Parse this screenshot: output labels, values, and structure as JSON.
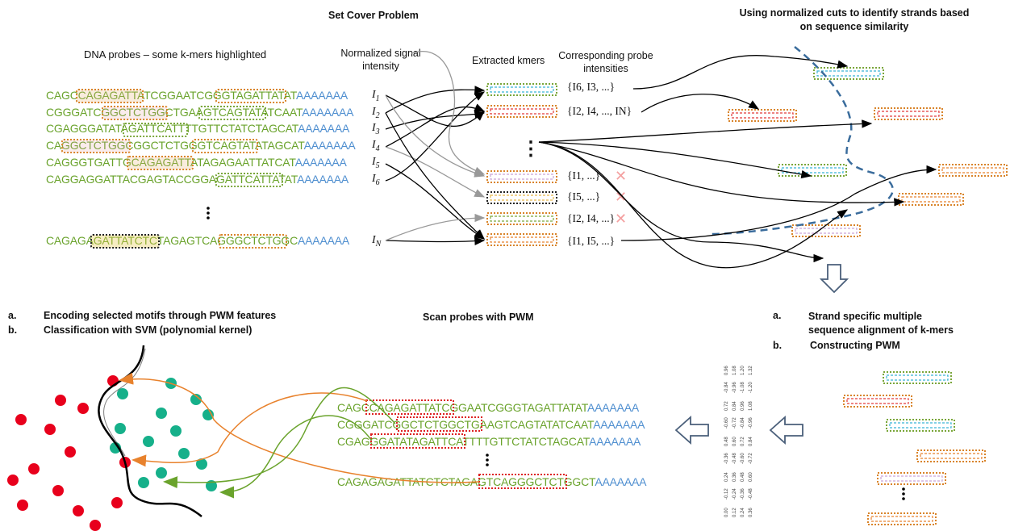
{
  "titles": {
    "set_cover": "Set Cover Problem",
    "normalized_cuts": "Using normalized cuts to identify strands based on sequence similarity",
    "dna_probes": "DNA probes – some k-mers highlighted",
    "signal_intensity": "Normalized signal intensity",
    "extracted_kmers": "Extracted kmers",
    "probe_intensities": "Corresponding probe intensities",
    "scan_probes": "Scan probes with PWM"
  },
  "probes": [
    {
      "green": "CAGCCAGAGATTATCGGAATCGGGTAGATTATAT",
      "blue": "AAAAAAA",
      "intensity": "I",
      "sub": "1"
    },
    {
      "green": "CGGGATCGGCTCTGGCTGAAGTCAGTATATCAAT",
      "blue": "AAAAAAA",
      "intensity": "I",
      "sub": "2"
    },
    {
      "green": "CGAGGGATATAGATTCATTTTGTTCTATCTAGCAT",
      "blue": "AAAAAAA",
      "intensity": "I",
      "sub": "3"
    },
    {
      "green": "CAGGCTCTGGCGGCTCTGGGTCAGTATATAGCAT",
      "blue": "AAAAAAA",
      "intensity": "I",
      "sub": "4"
    },
    {
      "green": "CAGGGTGATTGCAGAGATTATAGAGAATTATCAT",
      "blue": "AAAAAAA",
      "intensity": "I",
      "sub": "5"
    },
    {
      "green": "CAGGAGGATTACGAGTACCGGAGATTCATTATAT",
      "blue": "AAAAAAA",
      "intensity": "I",
      "sub": "6"
    },
    {
      "green": "CAGAGAGATTATCTCTAGAGTCAGGGCTCTGGC",
      "blue": "AAAAAAA",
      "intensity": "I",
      "sub": "N"
    }
  ],
  "kmer_sets": [
    {
      "text": "{I6, I3, ...}",
      "rejected": false
    },
    {
      "text": "{I2, I4, ..., IN}",
      "rejected": false
    },
    {
      "text": "⋮",
      "rejected": false
    },
    {
      "text": "{I1, ...}",
      "rejected": true
    },
    {
      "text": "{I5, ...}",
      "rejected": true
    },
    {
      "text": "{I2, I4, ...}",
      "rejected": true
    },
    {
      "text": "{I1, I5, ...}",
      "rejected": false
    }
  ],
  "steps_right": [
    {
      "letter": "a.",
      "text": "Strand specific multiple sequence alignment of k-mers"
    },
    {
      "letter": "b.",
      "text": "Constructing PWM"
    }
  ],
  "steps_left": [
    {
      "letter": "a.",
      "text": "Encoding selected  motifs through PWM features"
    },
    {
      "letter": "b.",
      "text": "Classification with SVM (polynomial kernel)"
    }
  ],
  "scan_seqs": [
    {
      "green": "CAGCCAGAGATTATCGGAATCGGGTAGATTATAT",
      "blue": "AAAAAAA"
    },
    {
      "green": "CGGGATCGGCTCTGGCTGAAGTCAGTATATCAAT",
      "blue": "AAAAAAA"
    },
    {
      "green": "CGAGGGATATAGATTCATTTTGTTCTATCTAGCAT",
      "blue": "AAAAAAA"
    },
    {
      "green": "CAGAGAGATTATCTCTAGAGTCAGGGCTCTGGCT",
      "blue": "AAAAAAA"
    }
  ],
  "colors": {
    "green": "#6aa32c",
    "blue": "#4f8fd0",
    "red_point": "#e8001c",
    "teal_point": "#16b08a",
    "orange": "#e8822d",
    "cut_line": "#3a6c9c"
  }
}
